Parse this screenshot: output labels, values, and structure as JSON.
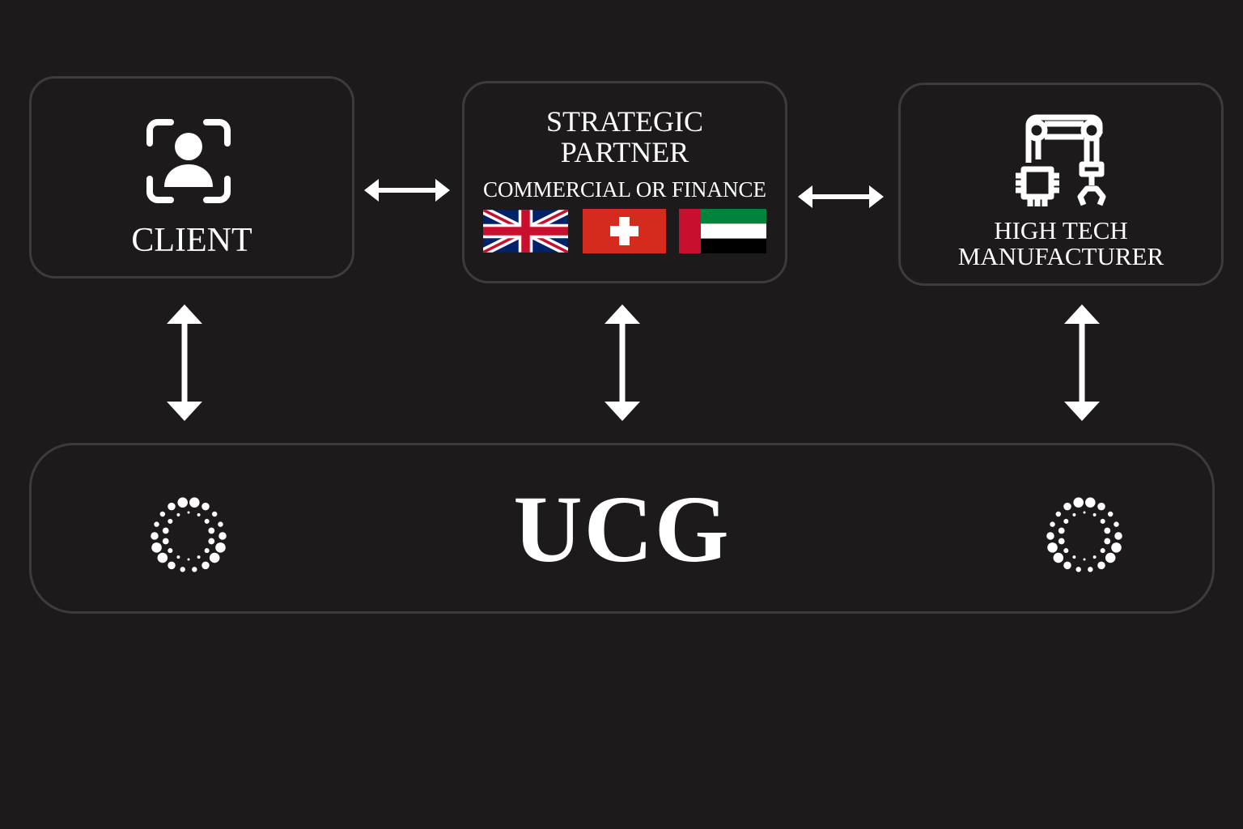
{
  "client": {
    "label": "CLIENT",
    "icon": "user-scan-icon"
  },
  "partner": {
    "title_line1": "STRATEGIC",
    "title_line2": "PARTNER",
    "subtitle": "COMMERCIAL OR FINANCE",
    "flags": [
      "uk-flag-icon",
      "switzerland-flag-icon",
      "uae-flag-icon"
    ]
  },
  "manufacturer": {
    "line1": "HIGH TECH",
    "line2": "MANUFACTURER",
    "icon": "robot-arm-chip-icon"
  },
  "ucg": {
    "label": "UCG",
    "icon": "dot-ring-logo-icon"
  },
  "colors": {
    "background": "#1c1a1b",
    "border": "#3d3c3d",
    "uk_blue": "#012169",
    "red": "#c8102e",
    "uae_green": "#00843d",
    "swiss_red": "#d52b1e"
  }
}
